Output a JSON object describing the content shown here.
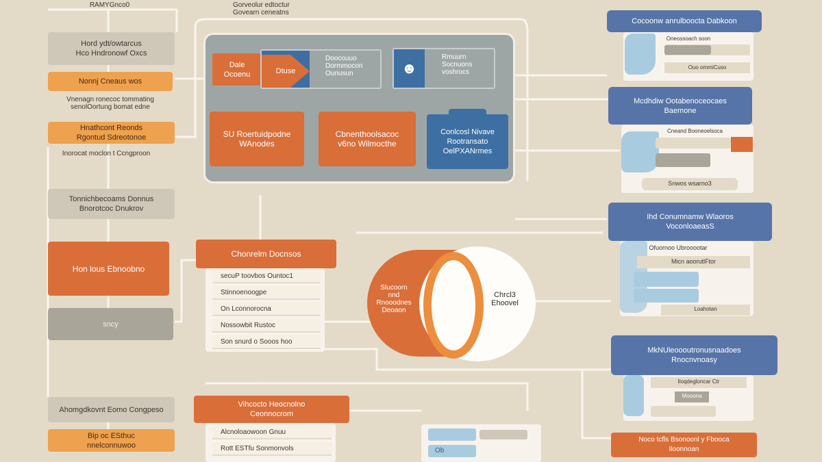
{
  "left_column": {
    "top_label": "RAMYGnco0",
    "box1": "Hord ydt/owtarcus\nHco Hndronowf Oxcs",
    "bar1": "Nonnj Cneaus wos",
    "text1": "Vnenagn ronecoc tommating\nsenolOortung bomat edne",
    "box2": "Hnathcont Reonds\nRgontud Sdreotonoe",
    "text2": "Inorocat moclon t Ccngproon",
    "box3": "Tonnichbecoams Donnus\nBnorotcoc Dnukrov",
    "box4": "Hon lous Ebnoobno",
    "box5": "sncy",
    "box6": "Ahomgdkovnt Eomo Congpeso",
    "box7": "Bip oc ESthuc\nnnelconnuwoo"
  },
  "top_center_label": "Gorveolur edtoctur\nGovearn ceneatns",
  "main_panel": {
    "step1": "Dale\nOcoenu",
    "step2": "Dtuse",
    "step2_detail": "Doocouuo\nDormmocon\nOunusun",
    "person_detail": "Rmuurn\nSocnuons\nvoshrocs",
    "card1": "SU Roertuidpodne\nWAnodes",
    "card2": "Cbnenthoolsacoc\nv6no Wilmocthe",
    "card3": "Conlcosl Nivave\nRootransato\nOelPXANrmes"
  },
  "middle_list": {
    "header": "Chonrelm Docnsos",
    "items": [
      "secuP toovbos Ountoc1",
      "Stinnoenoogpe",
      "On Lconnorocna",
      "Nossowbit Rustoc",
      "Son snurd o Sooos hoo"
    ]
  },
  "circle": {
    "left_label": "Slucoorn\nnnd\nRnooodnes\nDeoaon",
    "right_label": "Chrcl3\nEhoovel"
  },
  "bottom_list": {
    "header": "Vihcocto Heocnolno\nCeonnocrom",
    "items": [
      "Alcnoloaowoon Gnuu",
      "Rott ESTfu Sonmonvols"
    ]
  },
  "bottom_blue_panel": {
    "items": [
      "Ob"
    ]
  },
  "right_column": {
    "panel1": {
      "header": "Cocoonw anrulboocta Dabkoon",
      "label": "Oneossoach soon",
      "footer": "Ouo ommiCuso"
    },
    "panel2": {
      "header": "Mcdhdiw Ootabenoceocaes\nBaemone",
      "label": "Cneand Booneoelsoca",
      "footer": "Snwos wsarno3"
    },
    "panel3": {
      "header": "Ihd Conumnamw Wlaoros\nVoconloaeasS",
      "label": "Ofuornoo Ubrooootar",
      "item": "Micn aoorutlFtor",
      "footer": "Loahotan"
    },
    "panel4": {
      "header": "MkNUleoooutronusnaadoes\nRnocnvnoasy",
      "label": "Iloqdegloncar Ctr",
      "item": "Mooona"
    },
    "panel5": {
      "header": "Noco tcfls  Bsonoonl y Fbooca\nIloonnoan"
    }
  },
  "colors": {
    "background": "#e4dac8",
    "orange": "#d96e39",
    "light_orange": "#eea14e",
    "blue": "#5674a8",
    "panel_gray": "#9ea6a5",
    "light_blue": "#a9cbe0"
  }
}
